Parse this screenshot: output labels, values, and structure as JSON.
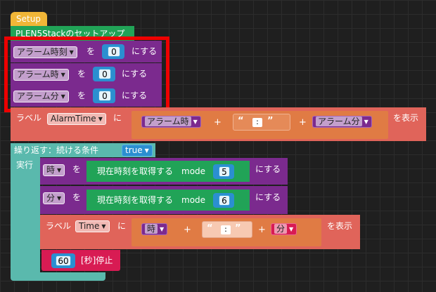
{
  "setup": {
    "hat_label": "Setup",
    "init_label": "PLEN5Stackのセットアップ"
  },
  "set_vars": [
    {
      "var": "アラーム時刻",
      "to": "を",
      "value": "0",
      "action": "にする"
    },
    {
      "var": "アラーム時",
      "to": "を",
      "value": "0",
      "action": "にする"
    },
    {
      "var": "アラーム分",
      "to": "を",
      "value": "0",
      "action": "にする"
    }
  ],
  "label_alarm": {
    "prefix": "ラベル",
    "label": "AlarmTime",
    "ni": "に",
    "var1": "アラーム時",
    "plus1": "+",
    "quote_open": "“",
    "sep": ":",
    "quote_close": "”",
    "plus2": "+",
    "var2": "アラーム分",
    "suffix": "を表示"
  },
  "loop": {
    "repeat_label": "繰り返す：続ける条件",
    "condition": "true",
    "do_label": "実行"
  },
  "inner_sets": [
    {
      "var": "時",
      "to": "を",
      "getter": "現在時刻を取得する",
      "mode_label": "mode",
      "mode_value": "5",
      "action": "にする"
    },
    {
      "var": "分",
      "to": "を",
      "getter": "現在時刻を取得する",
      "mode_label": "mode",
      "mode_value": "6",
      "action": "にする"
    }
  ],
  "label_time": {
    "prefix": "ラベル",
    "label": "Time",
    "ni": "に",
    "var1": "時",
    "plus1": "+",
    "quote_open": "“",
    "sep": ":",
    "quote_close": "”",
    "plus2": "+",
    "var2": "分",
    "suffix": "を表示"
  },
  "wait": {
    "value": "60",
    "label": "[秒]停止"
  },
  "colors": {
    "variable_purple": "#7b2a8e",
    "text_orange": "#e07b44",
    "label_red": "#e0645a",
    "loop_teal": "#5ab9ad",
    "plen_green": "#21a357",
    "setup_yellow": "#f1b637",
    "number_blue": "#2b8fd0",
    "wait_pink": "#d81b53",
    "highlight_red": "#ee0000"
  }
}
